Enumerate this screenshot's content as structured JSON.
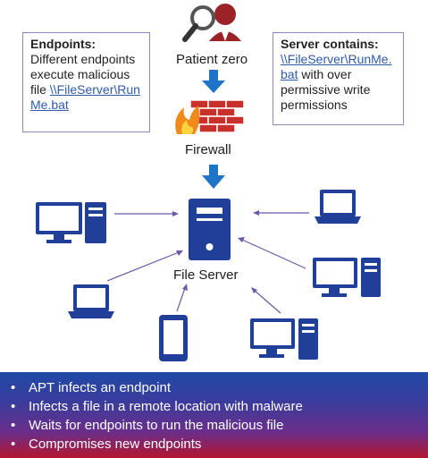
{
  "callout_left": {
    "title": "Endpoints:",
    "text": "Different endpoints execute malicious file",
    "link": "\\\\FileServer\\RunMe.bat"
  },
  "callout_right": {
    "title": "Server contains:",
    "link": "\\\\FileServer\\RunMe.bat",
    "text": " with over permissive write permissions"
  },
  "labels": {
    "patient_zero": "Patient zero",
    "firewall": "Firewall",
    "file_server": "File Server"
  },
  "bullets": [
    "APT infects an endpoint",
    "Infects a file in a remote location with malware",
    "Waits for endpoints to run the malicious file",
    "Compromises new endpoints"
  ],
  "colors": {
    "device_blue": "#1f3f98",
    "arrow_blue": "#1f73c8",
    "arrow_purple": "#6d57a8",
    "firewall_red": "#c9302c"
  }
}
